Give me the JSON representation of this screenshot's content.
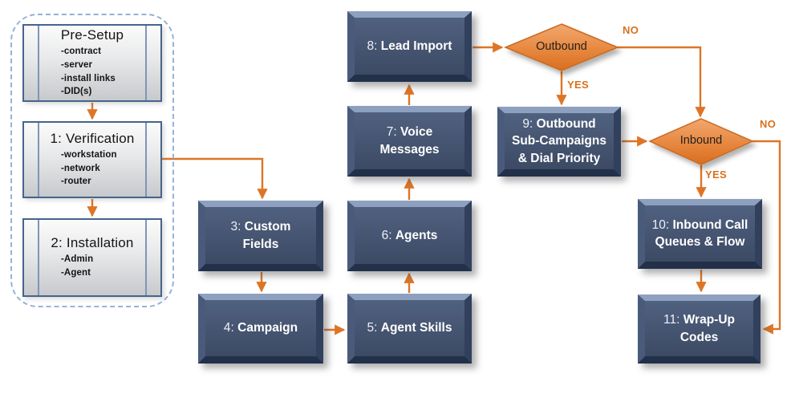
{
  "diagram": {
    "pre_group": {
      "boxes": [
        {
          "title": "Pre-Setup",
          "items": [
            "-contract",
            "-server",
            "-install links",
            "-DID(s)"
          ]
        },
        {
          "title": "1: Verification",
          "items": [
            "-workstation",
            "-network",
            "-router"
          ]
        },
        {
          "title": "2: Installation",
          "items": [
            "-Admin",
            "-Agent"
          ]
        }
      ]
    },
    "steps": [
      {
        "prefix": "3:",
        "label": "Custom Fields"
      },
      {
        "prefix": "4:",
        "label": "Campaign"
      },
      {
        "prefix": "5:",
        "label": "Agent Skills"
      },
      {
        "prefix": "6:",
        "label": "Agents"
      },
      {
        "prefix": "7:",
        "label": "Voice Messages"
      },
      {
        "prefix": "8:",
        "label": "Lead Import"
      },
      {
        "prefix": "9:",
        "label": "Outbound Sub-Campaigns & Dial Priority"
      },
      {
        "prefix": "10:",
        "label": "Inbound Call Queues & Flow"
      },
      {
        "prefix": "11:",
        "label": "Wrap-Up Codes"
      }
    ],
    "decisions": [
      {
        "label": "Outbound",
        "yes_label": "YES",
        "no_label": "NO"
      },
      {
        "label": "Inbound",
        "yes_label": "YES",
        "no_label": "NO"
      }
    ],
    "colors": {
      "arrow": "#de7526",
      "decision_fill_top": "#f2a76f",
      "decision_fill_bottom": "#d96e1f",
      "decision_border": "#c96a20",
      "step_box_fill": "#44536e",
      "panel_border": "#46648c",
      "dashed_border": "#97b1d6"
    }
  }
}
